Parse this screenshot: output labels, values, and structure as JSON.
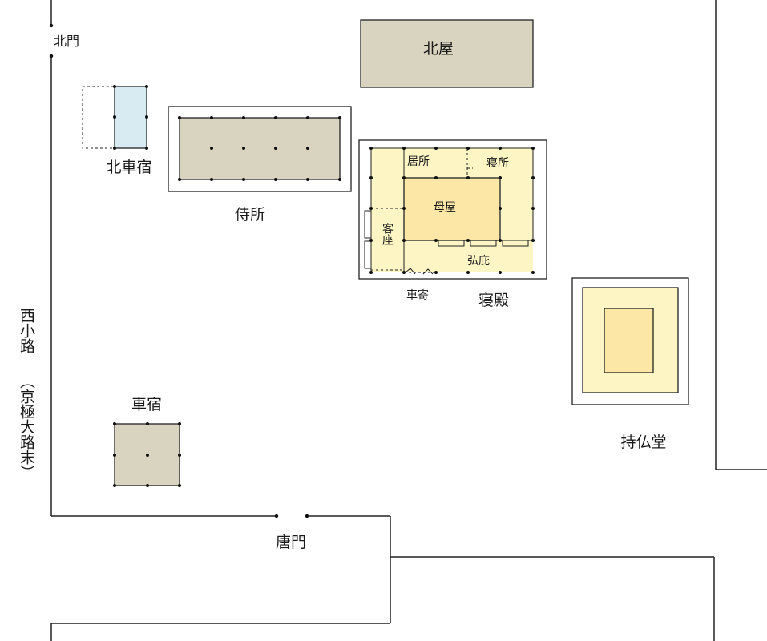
{
  "colors": {
    "tan": "#d9d4bf",
    "pale_blue": "#d8ebf3",
    "pale_yellow": "#fdf6c4",
    "light_orange": "#fde7a6",
    "line": "#222222",
    "background": "#ffffff"
  },
  "labels": {
    "north_gate": "北門",
    "north_house": "北屋",
    "north_carriage": "北車宿",
    "samurai_office": "侍所",
    "living_room": "居所",
    "bedroom": "寝所",
    "main_hall": "母屋",
    "guest_seat": "客座",
    "hiroen": "弘庇",
    "carriage_porch": "車寄",
    "shinden": "寝殿",
    "chapel": "持仏堂",
    "carriage_house": "車宿",
    "karamon": "唐門",
    "west_road": "西小路",
    "west_road_sub": "（京極大路末）"
  }
}
